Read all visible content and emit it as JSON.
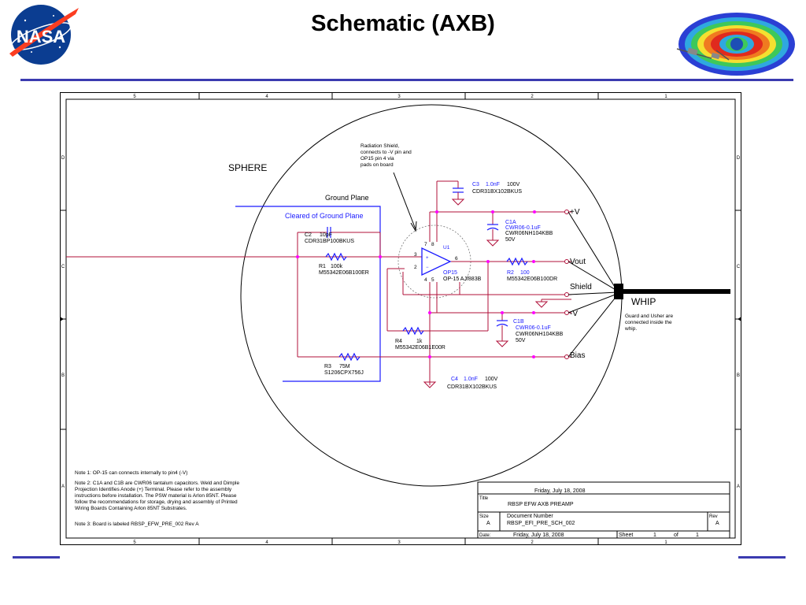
{
  "slide": {
    "title": "Schematic (AXB)"
  },
  "logos": {
    "nasa": "NASA",
    "left": "nasa-meatball-logo",
    "right": "radiation-belts-logo"
  },
  "colors": {
    "accent": "#3b3bb0",
    "wire": "#b0103a",
    "part": "#1a1aff",
    "node": "#ff00ff"
  },
  "frame": {
    "col_labels": [
      "5",
      "4",
      "3",
      "2",
      "1"
    ],
    "row_labels": [
      "D",
      "C",
      "B",
      "A"
    ]
  },
  "schematic": {
    "sphere_label": "SPHERE",
    "ground_plane": "Ground Plane",
    "cleared_ground_plane": "Cleared of Ground Plane",
    "radiation_note": [
      "Radiation Shield,",
      "connects to -V pin and",
      "OP15 pin 4 via",
      "pads on board"
    ],
    "c3": {
      "ref": "C3",
      "value": "1.0nF",
      "voltage": "100V",
      "part": "CDR31BX102BKUS"
    },
    "c1a": {
      "ref": "C1A",
      "value": "CWR06-0.1uF",
      "part": "CWR06NH104KBB",
      "voltage": "50V"
    },
    "c2": {
      "ref": "C2",
      "value": "10pF",
      "part": "CDR31BP100BKUS"
    },
    "r1": {
      "ref": "R1",
      "value": "100k",
      "part": "M55342E06B100ER"
    },
    "u1": {
      "ref": "U1",
      "name": "OP15",
      "part": "OP-15 AJ/883B",
      "pins": {
        "p3": "3",
        "p2": "2",
        "p6": "6",
        "p7": "7",
        "p8": "8",
        "p4": "4",
        "p5": "5"
      }
    },
    "r2": {
      "ref": "R2",
      "value": "100",
      "part": "M55342E06B100DR"
    },
    "c1b": {
      "ref": "C1B",
      "value": "CWR06-0.1uF",
      "part": "CWR06NH104KBB",
      "voltage": "50V"
    },
    "r4": {
      "ref": "R4",
      "value": "1k",
      "part": "M55342E06B1E00R"
    },
    "r3": {
      "ref": "R3",
      "value": "75M",
      "part": "S1206CPX756J"
    },
    "c4": {
      "ref": "C4",
      "value": "1.0nF",
      "voltage": "100V",
      "part": "CDR31BX102BKUS"
    },
    "terminals": {
      "vpos": "+V",
      "vout": "Vout",
      "shield": "Shield",
      "vneg": "-V",
      "bias": "Bias"
    },
    "whip": "WHIP",
    "whip_note": [
      "Guard and Usher are",
      "connected inside the",
      "whip."
    ]
  },
  "notes": [
    "Note 1: OP-15 can connects internally to pin4 (-V)",
    "Note 2: C1A and C1B are CWR06 tantalum capacitors. Weld and Dimple",
    "Projection Identifies Anode (+) Terminal. Please refer to the assembly",
    "instructions before installation. The PSW material is Arlon 85NT. Please",
    "follow the recommendations for storage, drying and assembly of Printed",
    "Wiring Boards Containing Arlon 85NT Substrates.",
    "Note 3: Board is labeled RBSP_EFW_PRE_002 Rev A"
  ],
  "title_block": {
    "date_top": "Friday, July 18, 2008",
    "title_label": "Title",
    "title": "RBSP EFW AXB PREAMP",
    "size_label": "Size",
    "size": "A",
    "doc_label": "Document Number",
    "doc": "RBSP_EFI_PRE_SCH_002",
    "rev_label": "Rev",
    "rev": "A",
    "date_label": "Date:",
    "date": "Friday, July 18, 2008",
    "sheet_label": "Sheet",
    "sheet": "1",
    "of_label": "of",
    "of": "1"
  }
}
